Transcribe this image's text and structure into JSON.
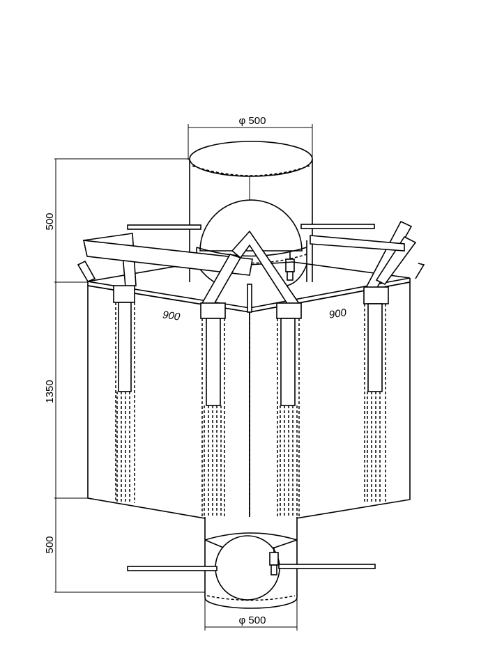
{
  "dimensions": {
    "top_spout_diameter": "φ 500",
    "bottom_spout_diameter": "φ 500",
    "top_spout_height": "500",
    "body_height": "1350",
    "bottom_spout_height": "500",
    "side_width_left": "900",
    "side_width_right": "900"
  }
}
